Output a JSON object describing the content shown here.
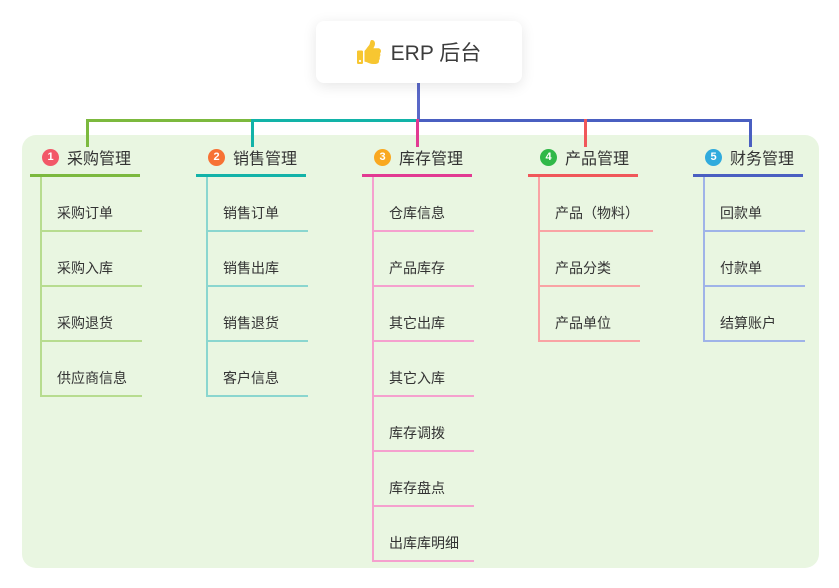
{
  "root": {
    "icon": "thumbs-up",
    "label": "ERP 后台"
  },
  "panel_color": "#e9f6e1",
  "connector_colors": {
    "root_line": "#5a68c8"
  },
  "branches": [
    {
      "badge": "1",
      "label": "采购管理",
      "color": "#7cb93e",
      "light": "#b7dc8f",
      "badge_color": "#f25868",
      "children": [
        "采购订单",
        "采购入库",
        "采购退货",
        "供应商信息"
      ]
    },
    {
      "badge": "2",
      "label": "销售管理",
      "color": "#12b3a8",
      "light": "#8ad6cf",
      "badge_color": "#f77234",
      "children": [
        "销售订单",
        "销售出库",
        "销售退货",
        "客户信息"
      ]
    },
    {
      "badge": "3",
      "label": "库存管理",
      "color": "#e23a92",
      "light": "#f5a0ce",
      "badge_color": "#f9a820",
      "children": [
        "仓库信息",
        "产品库存",
        "其它出库",
        "其它入库",
        "库存调拨",
        "库存盘点",
        "出库库明细"
      ]
    },
    {
      "badge": "4",
      "label": "产品管理",
      "color": "#f0575a",
      "light": "#f9a3a4",
      "badge_color": "#30b848",
      "children": [
        "产品（物料）",
        "产品分类",
        "产品单位"
      ]
    },
    {
      "badge": "5",
      "label": "财务管理",
      "color": "#4a5fc1",
      "light": "#9fb3e8",
      "badge_color": "#30abdd",
      "children": [
        "回款单",
        "付款单",
        "结算账户"
      ]
    }
  ]
}
